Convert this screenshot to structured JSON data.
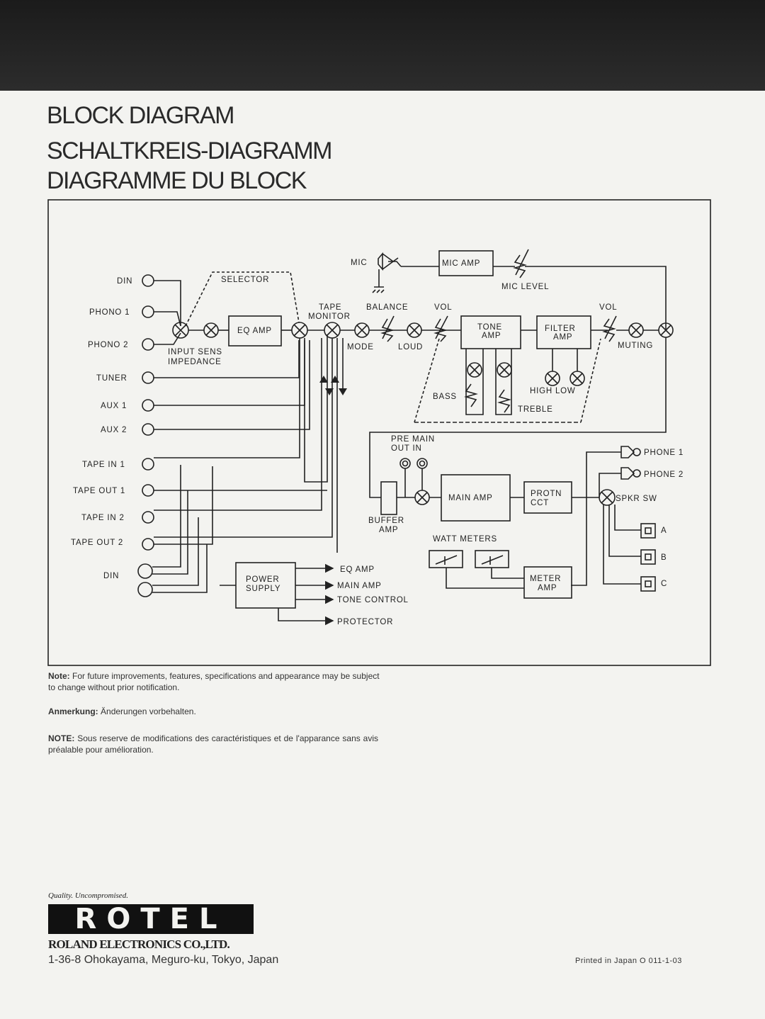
{
  "titles": {
    "line1": "BLOCK DIAGRAM",
    "line2": "SCHALTKREIS-DIAGRAMM",
    "line3": "DIAGRAMME DU BLOCK"
  },
  "diagram": {
    "inputs": {
      "din_top": "DIN",
      "phono1": "PHONO 1",
      "phono2": "PHONO 2",
      "tuner": "TUNER",
      "aux1": "AUX 1",
      "aux2": "AUX 2",
      "tape_in1": "TAPE IN 1",
      "tape_out1": "TAPE OUT 1",
      "tape_in2": "TAPE IN 2",
      "tape_out2": "TAPE OUT 2",
      "din_bottom": "DIN"
    },
    "labels": {
      "selector": "SELECTOR",
      "eq_amp": "EQ AMP",
      "input_sens": "INPUT SENS",
      "impedance": "IMPEDANCE",
      "tape": "TAPE",
      "monitor": "MONITOR",
      "mic": "MIC",
      "mic_amp": "MIC AMP",
      "mic_level": "MIC LEVEL",
      "balance": "BALANCE",
      "vol": "VOL",
      "mode": "MODE",
      "loud": "LOUD",
      "tone_amp_1": "TONE",
      "tone_amp_2": "AMP",
      "filter_amp_1": "FILTER",
      "filter_amp_2": "AMP",
      "vol2": "VOL",
      "muting": "MUTING",
      "bass": "BASS",
      "high_low": "HIGH LOW",
      "treble": "TREBLE",
      "pre_main": "PRE  MAIN",
      "out_in": "OUT    IN",
      "main_amp": "MAIN AMP",
      "protn": "PROTN",
      "cct": "CCT",
      "buffer": "BUFFER",
      "buffer_amp": "AMP",
      "phone1": "PHONE 1",
      "phone2": "PHONE 2",
      "spkr_sw": "SPKR SW",
      "spk_a": "A",
      "spk_b": "B",
      "spk_c": "C",
      "watt_meters": "WATT METERS",
      "meter_1": "METER",
      "meter_2": "AMP",
      "power_1": "POWER",
      "power_2": "SUPPLY",
      "ps_eq": "EQ AMP",
      "ps_main": "MAIN AMP",
      "ps_tone": "TONE CONTROL",
      "ps_prot": "PROTECTOR"
    }
  },
  "notes": {
    "en_label": "Note:",
    "en_text": "For future improvements, features, specifications and appearance may be subject to change without prior notification.",
    "de_label": "Anmerkung:",
    "de_text": "Änderungen vorbehalten.",
    "fr_label": "NOTE:",
    "fr_text": "Sous reserve de modifications des caractéristiques et de l'apparance sans avis préalable pour amélioration."
  },
  "footer": {
    "tagline": "Quality. Uncompromised.",
    "logo": "ROTEL",
    "company": "ROLAND ELECTRONICS CO.,LTD.",
    "address": "1-36-8 Ohokayama, Meguro-ku, Tokyo, Japan",
    "printed": "Printed in Japan   O 011-1-03"
  }
}
